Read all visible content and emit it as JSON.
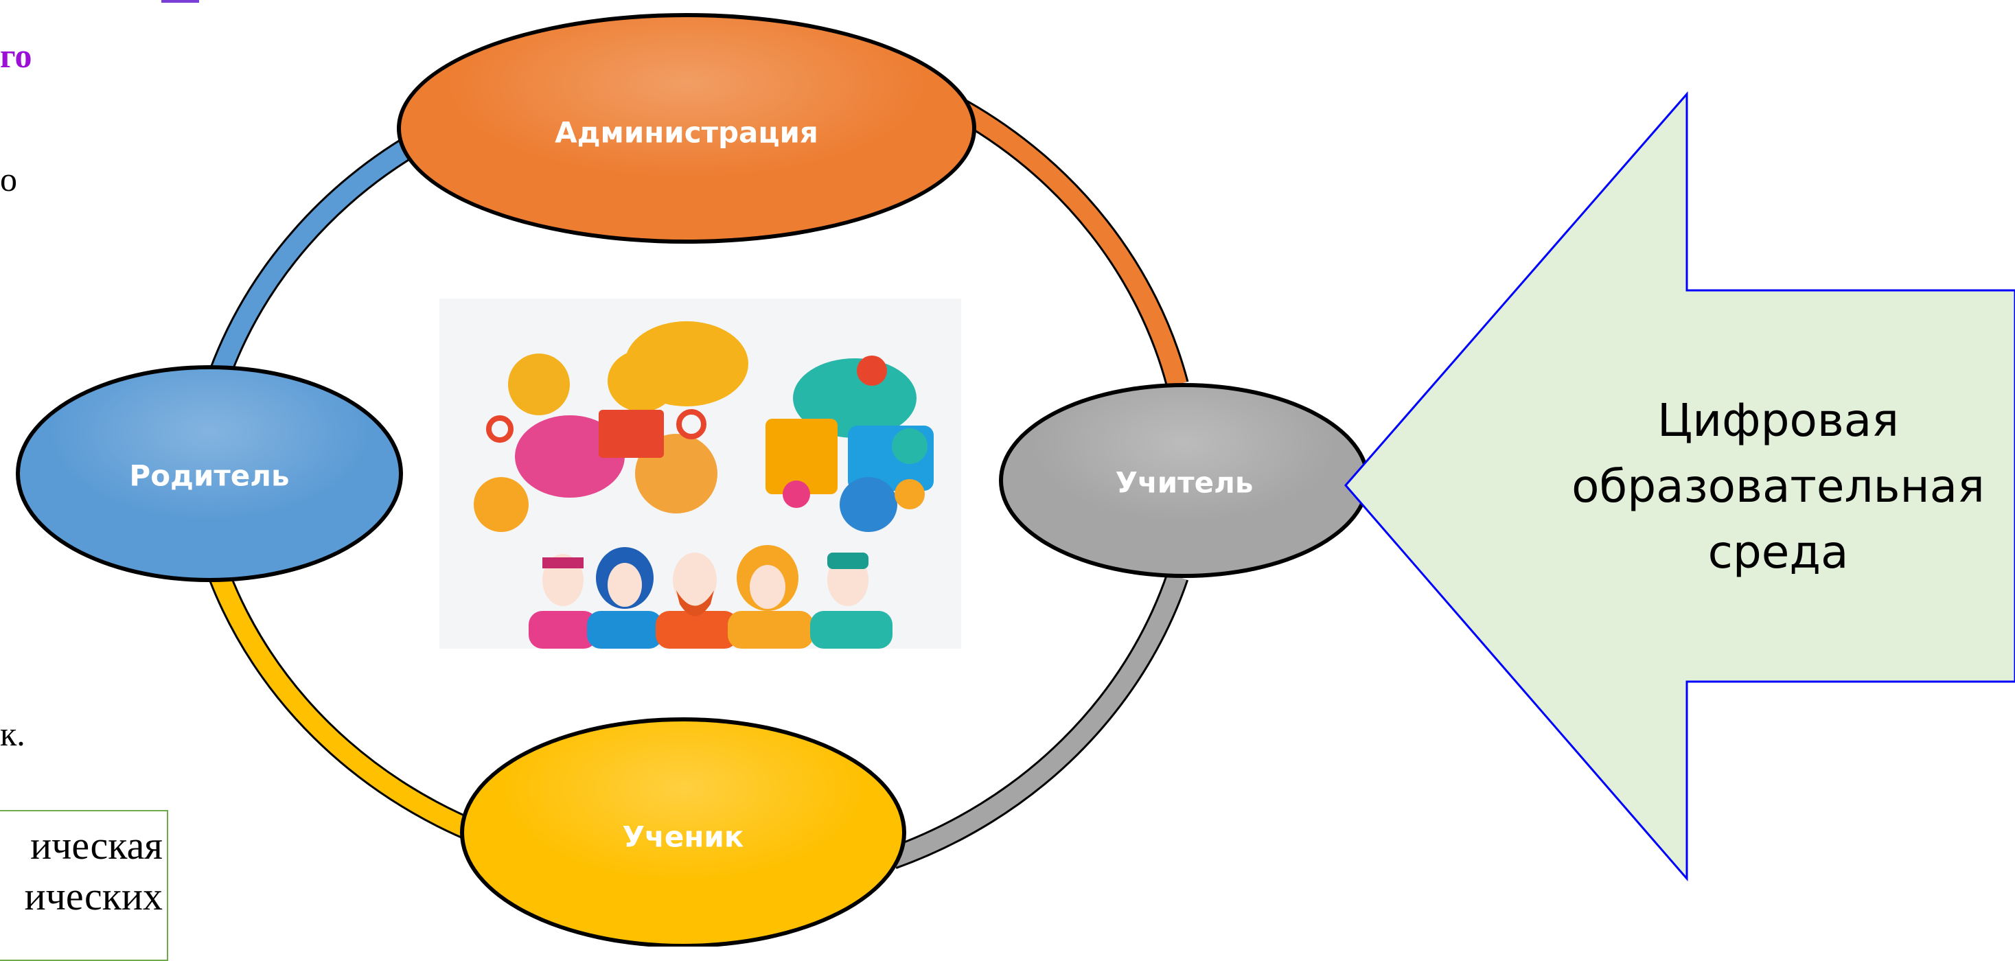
{
  "nodes": {
    "admin": {
      "label": "Администрация",
      "color": "#ed7d31"
    },
    "teacher": {
      "label": "Учитель",
      "color": "#a5a5a5"
    },
    "student": {
      "label": "Ученик",
      "color": "#ffc000"
    },
    "parent": {
      "label": "Родитель",
      "color": "#5b9bd5"
    }
  },
  "arrow": {
    "lines": [
      "Цифровая",
      "образовательная",
      "среда"
    ],
    "fill": "#e2efd9",
    "stroke": "#0000ff"
  },
  "left_fragments": {
    "purple": "го",
    "line1": "о",
    "line2": "к.",
    "boxed1": "ическая",
    "boxed2": "ических"
  },
  "colors": {
    "ring_blue": "#5b9bd5",
    "ring_orange": "#ed7d31",
    "ring_gray": "#a5a5a5",
    "ring_yellow": "#ffc000"
  }
}
